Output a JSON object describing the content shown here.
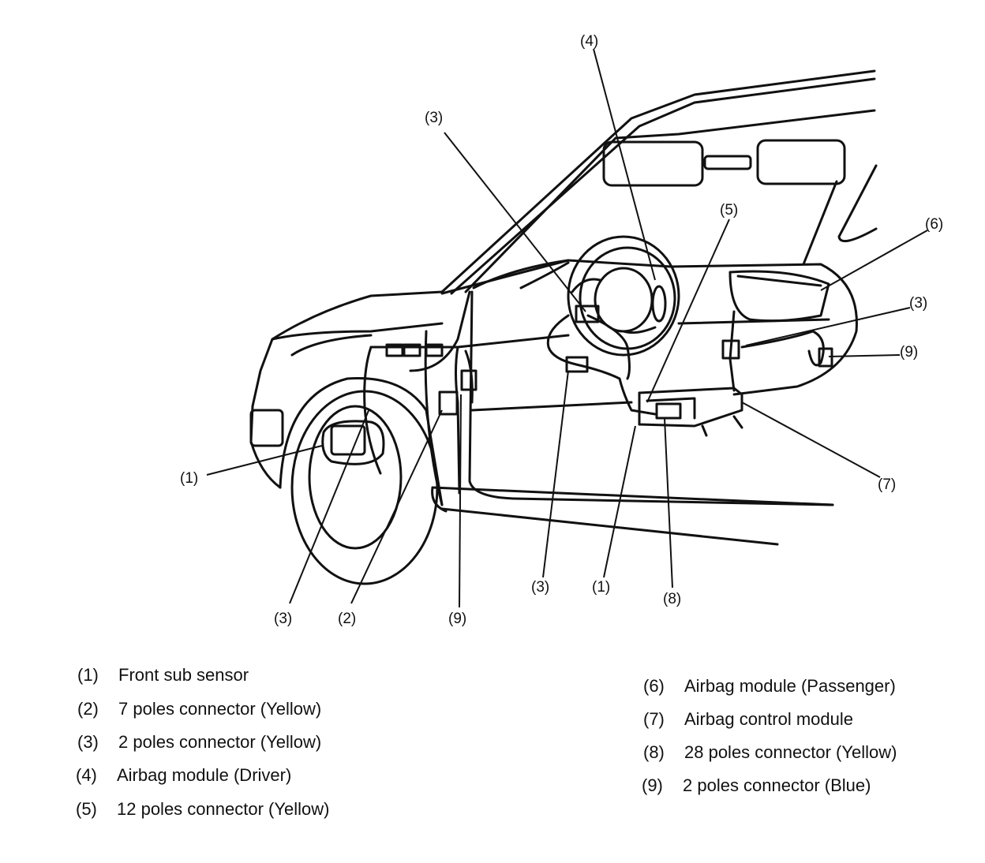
{
  "callouts": {
    "c1_left": "(1)",
    "c1_bottom": "(1)",
    "c2": "(2)",
    "c3_top": "(3)",
    "c3_right": "(3)",
    "c3_wheel": "(3)",
    "c3_center": "(3)",
    "c4": "(4)",
    "c5": "(5)",
    "c6": "(6)",
    "c7": "(7)",
    "c8": "(8)",
    "c9_right": "(9)",
    "c9_bottom": "(9)"
  },
  "legend": [
    {
      "num": "(1)",
      "label": "Front sub sensor"
    },
    {
      "num": "(2)",
      "label": "7 poles connector (Yellow)"
    },
    {
      "num": "(3)",
      "label": "2 poles connector (Yellow)"
    },
    {
      "num": "(4)",
      "label": "Airbag module (Driver)"
    },
    {
      "num": "(5)",
      "label": "12 poles connector (Yellow)"
    },
    {
      "num": "(6)",
      "label": "Airbag module (Passenger)"
    },
    {
      "num": "(7)",
      "label": "Airbag control module"
    },
    {
      "num": "(8)",
      "label": "28 poles connector (Yellow)"
    },
    {
      "num": "(9)",
      "label": "2 poles connector (Blue)"
    }
  ]
}
